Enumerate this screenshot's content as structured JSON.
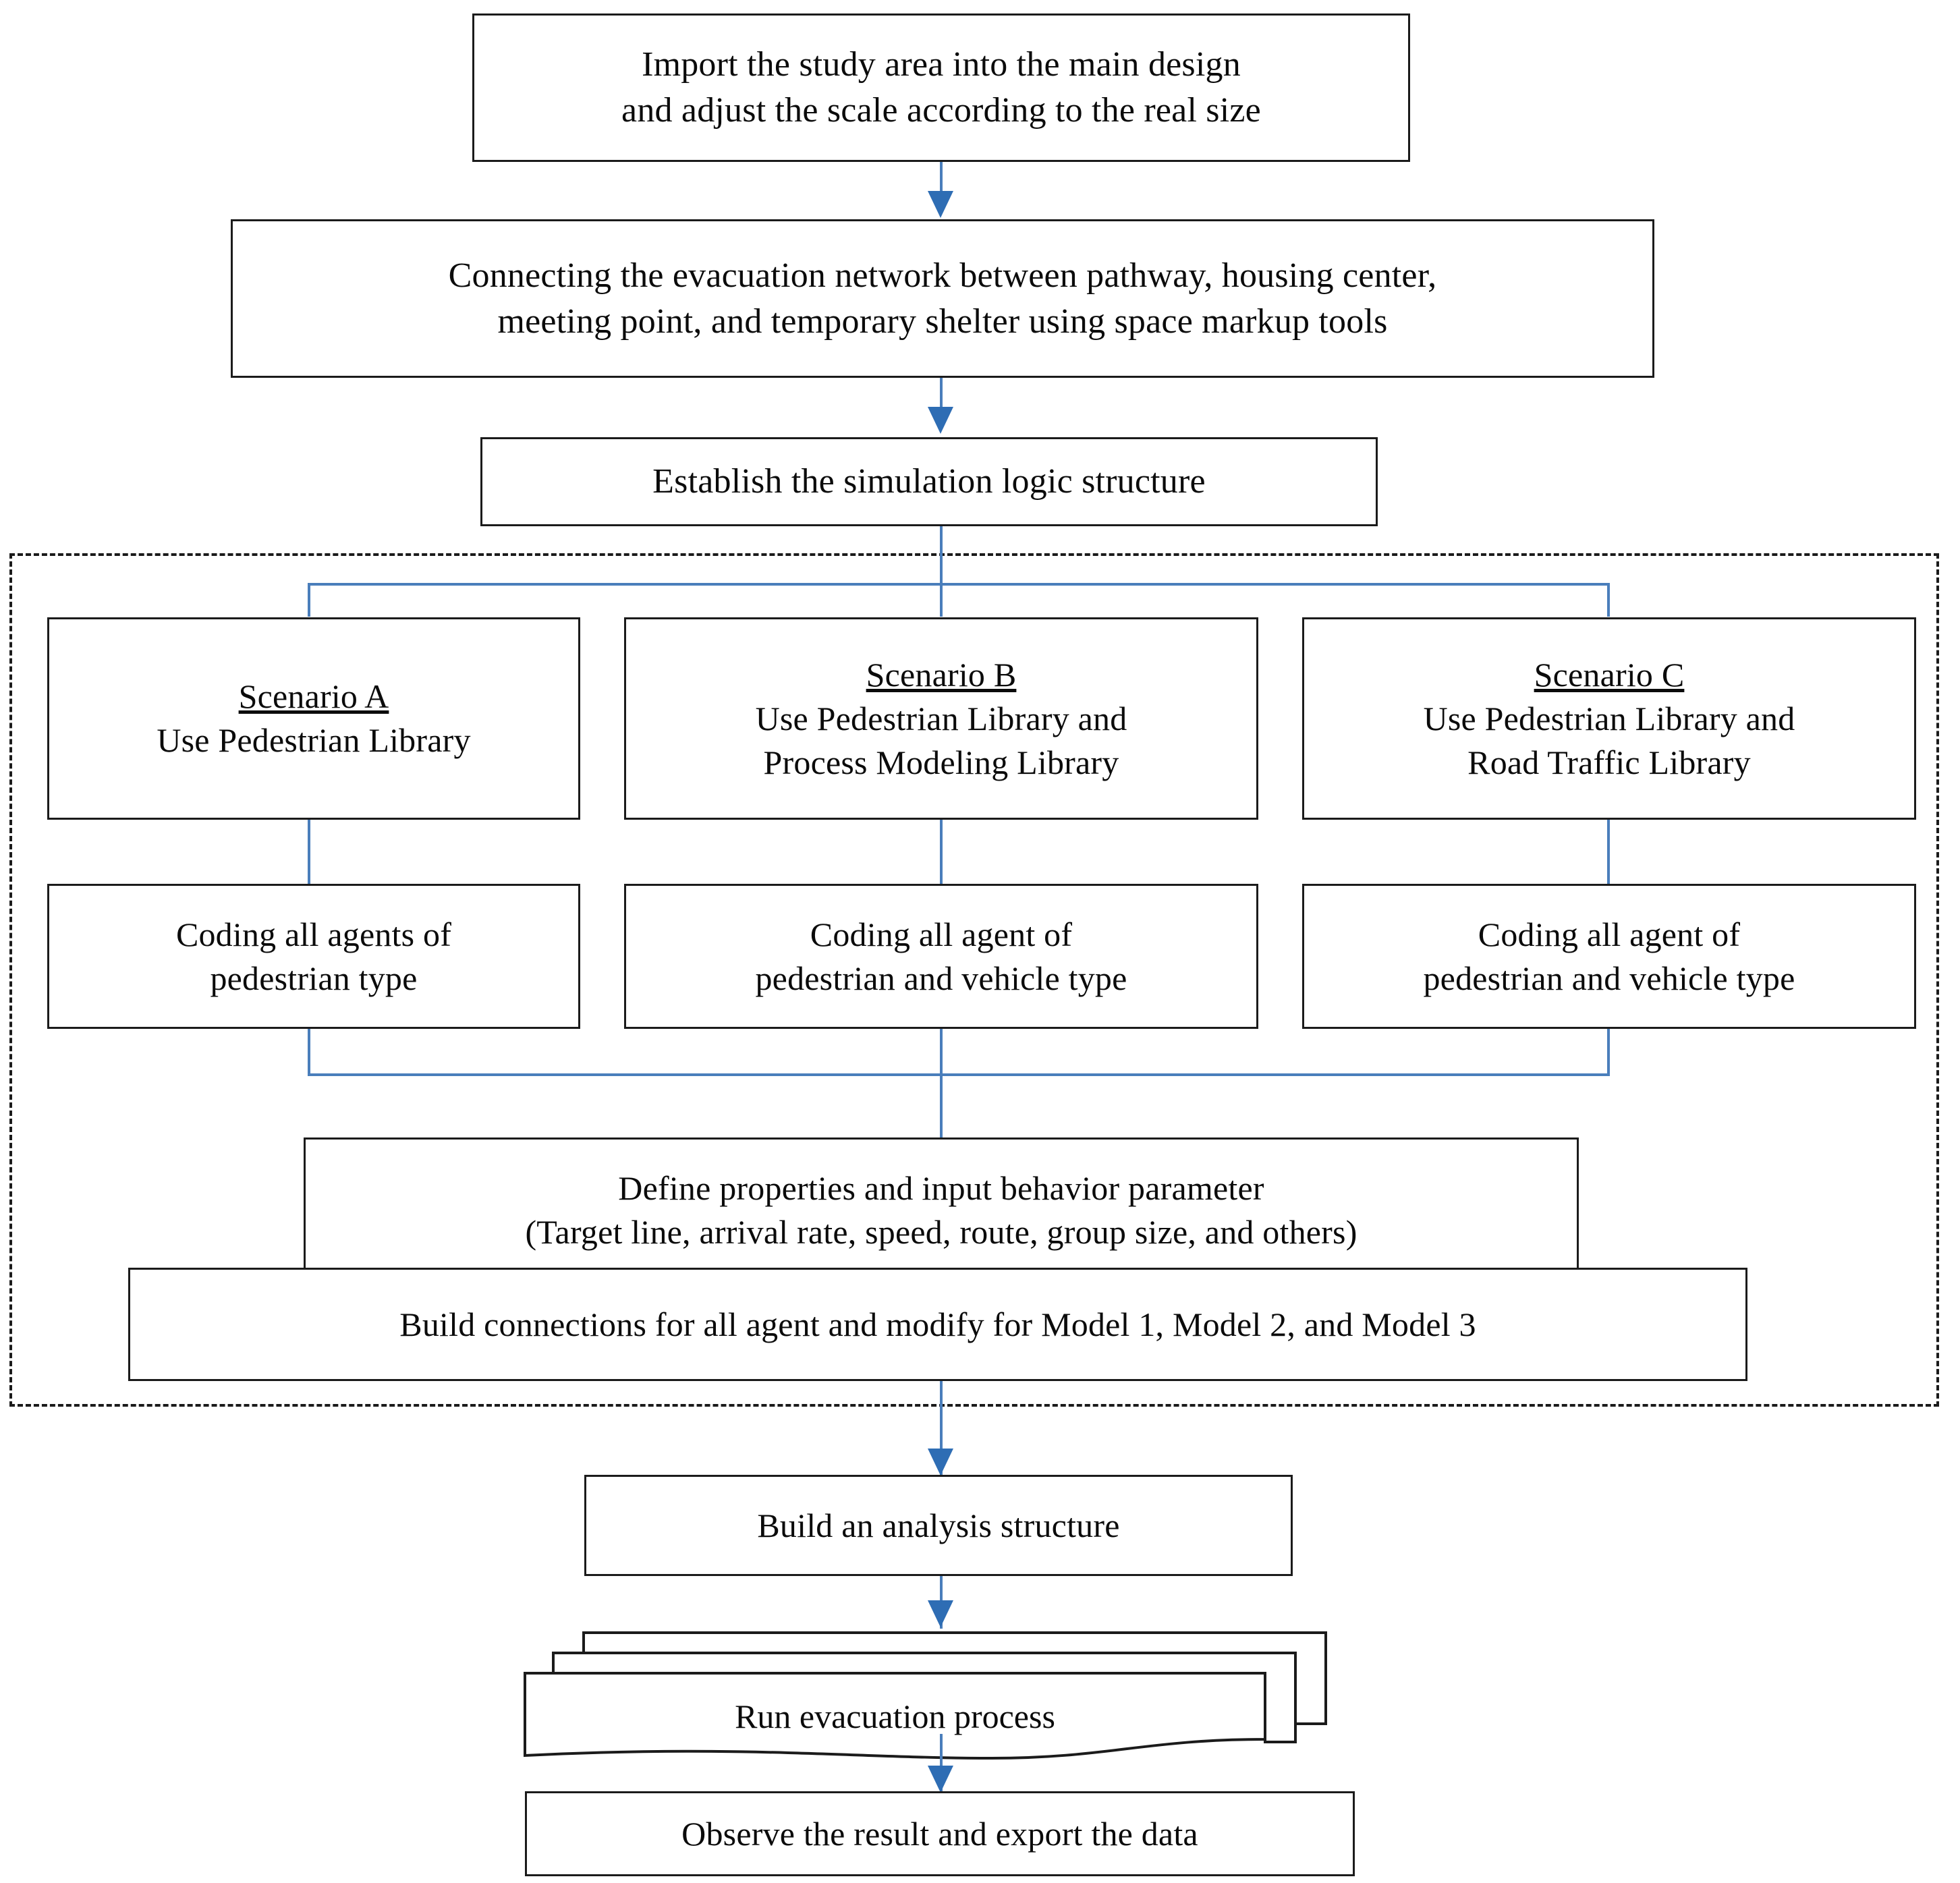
{
  "diagram": {
    "title": "Evacuation simulation modelling workflow flowchart",
    "accent_color": "#4a7ebb",
    "arrow_color": "#2e6db4",
    "box_border_color": "#1b1b1b",
    "shadow_color": "#4a4a4a",
    "background_color": "#ffffff"
  },
  "steps": {
    "import": {
      "line1": "Import the study area into the main design",
      "line2": "and adjust the scale according to the real size"
    },
    "connecting": {
      "line1": "Connecting the evacuation network between pathway, housing center,",
      "line2": "meeting point, and temporary shelter using space markup tools"
    },
    "establish": {
      "line1": "Establish the simulation logic structure"
    },
    "define": {
      "line1": "Define properties and input behavior parameter",
      "line2": "(Target line, arrival rate, speed, route, group size, and others)"
    },
    "build_connections": {
      "line1": "Build connections for all agent and modify for Model 1, Model 2, and Model 3"
    },
    "analysis": {
      "line1": "Build an analysis structure"
    },
    "run": {
      "line1": "Run evacuation process"
    },
    "observe": {
      "line1": "Observe the result and export the data"
    }
  },
  "scenarios": [
    {
      "id": "a",
      "title": "Scenario A",
      "desc_line1": "Use Pedestrian Library",
      "desc_line2": "",
      "coding_line1": "Coding all agents of",
      "coding_line2": "pedestrian type"
    },
    {
      "id": "b",
      "title": "Scenario B",
      "desc_line1": "Use Pedestrian Library and",
      "desc_line2": "Process Modeling Library",
      "coding_line1": "Coding all agent of",
      "coding_line2": "pedestrian and vehicle type"
    },
    {
      "id": "c",
      "title": "Scenario C",
      "desc_line1": "Use Pedestrian Library and",
      "desc_line2": "Road Traffic Library",
      "coding_line1": "Coding all agent of",
      "coding_line2": "pedestrian and vehicle type"
    }
  ]
}
